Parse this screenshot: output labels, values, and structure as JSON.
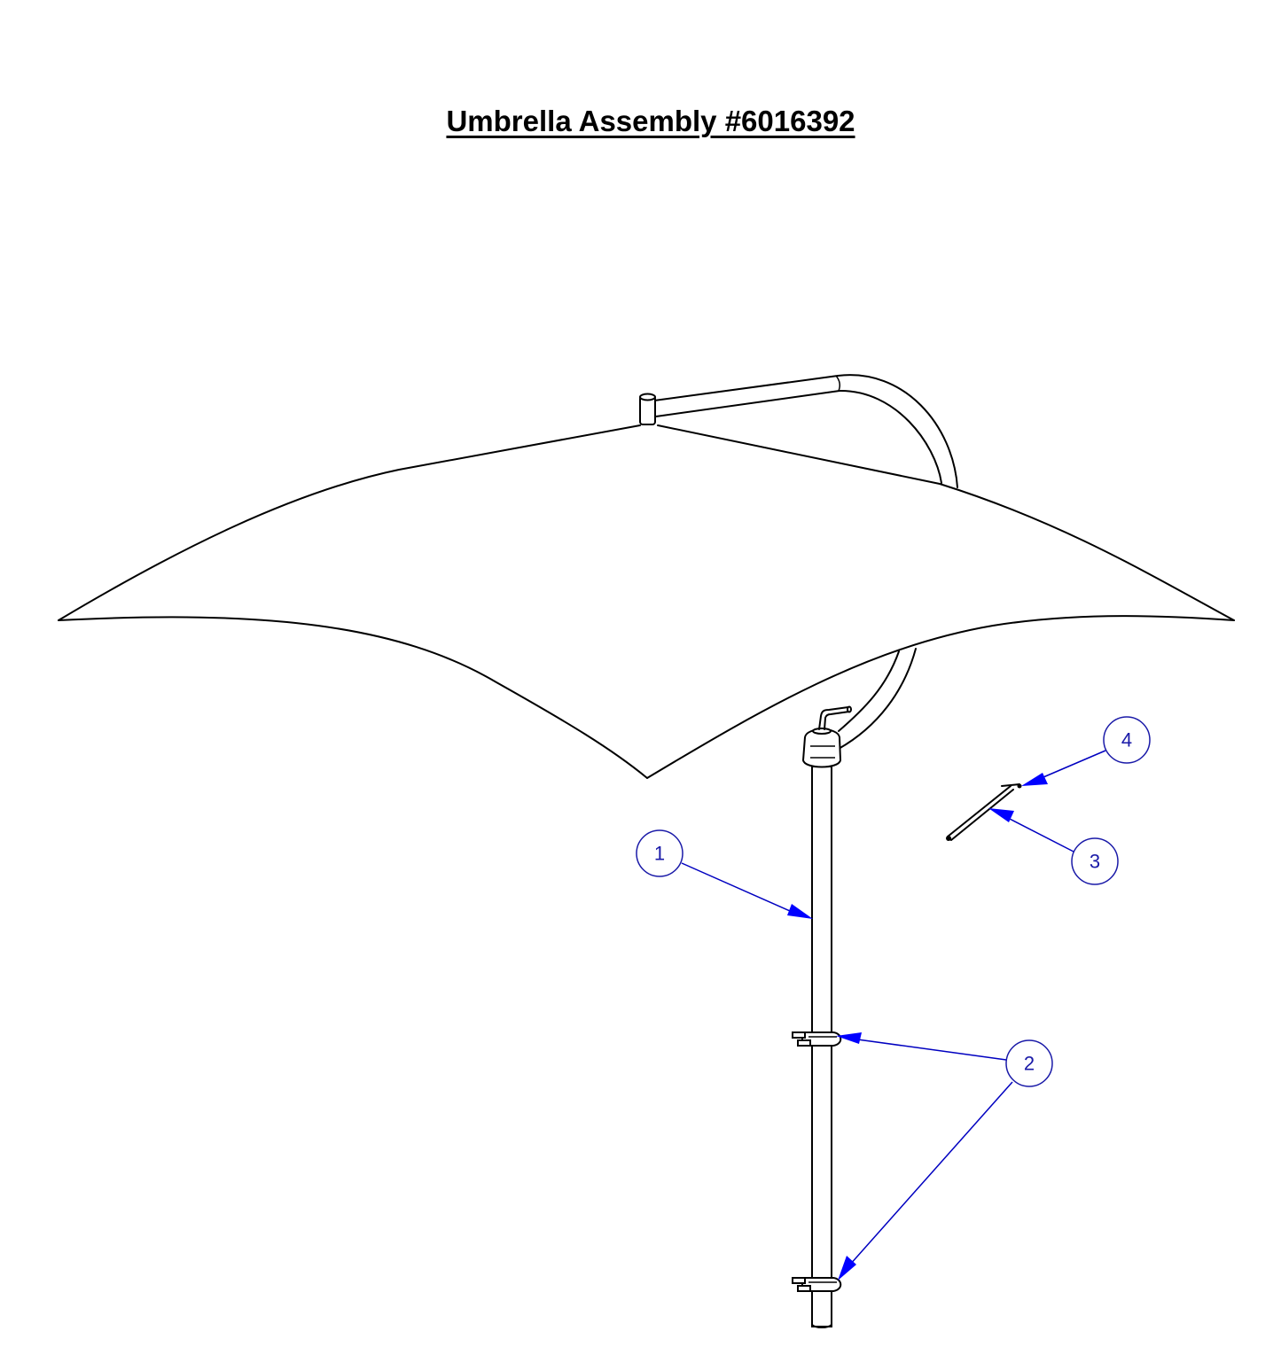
{
  "title": "Umbrella Assembly #6016392",
  "colors": {
    "line": "#000000",
    "callout": "#1a1aa8",
    "arrow": "#0000ff",
    "background": "#ffffff"
  },
  "parts": [
    {
      "id": "part-1",
      "callout": "1",
      "description": "Umbrella pole"
    },
    {
      "id": "part-2",
      "callout": "2",
      "description": "U-bolt clamps (2)"
    },
    {
      "id": "part-3",
      "callout": "3",
      "description": "Pin rod"
    },
    {
      "id": "part-4",
      "callout": "4",
      "description": "Clip"
    }
  ],
  "callouts": {
    "c1": "1",
    "c2": "2",
    "c3": "3",
    "c4": "4"
  }
}
